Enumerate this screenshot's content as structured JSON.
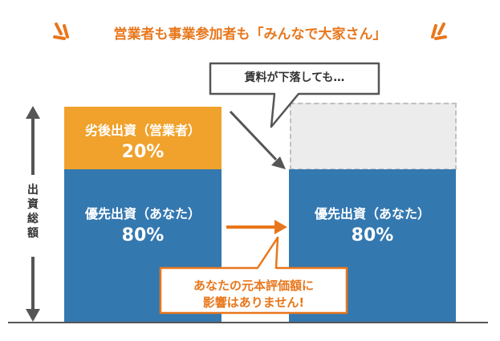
{
  "title": "営業者も事業参加者も「みんなで大家さん」",
  "left_column": {
    "subordinate": {
      "label": "劣後出資（営業者）",
      "percent": "20%"
    },
    "priority": {
      "label": "優先出資（あなた）",
      "percent": "80%"
    }
  },
  "right_column": {
    "priority": {
      "label": "優先出資（あなた）",
      "percent": "80%"
    }
  },
  "axis_label": "出資総額",
  "callout_top": "賃料が下落しても…",
  "callout_bottom": {
    "line1": "あなたの元本評価額に",
    "line2": "影響はありません!"
  },
  "colors": {
    "orange": "#f0a22c",
    "accent_orange": "#e8771c",
    "blue": "#3478b0",
    "gray_dashed": "#ececec"
  }
}
